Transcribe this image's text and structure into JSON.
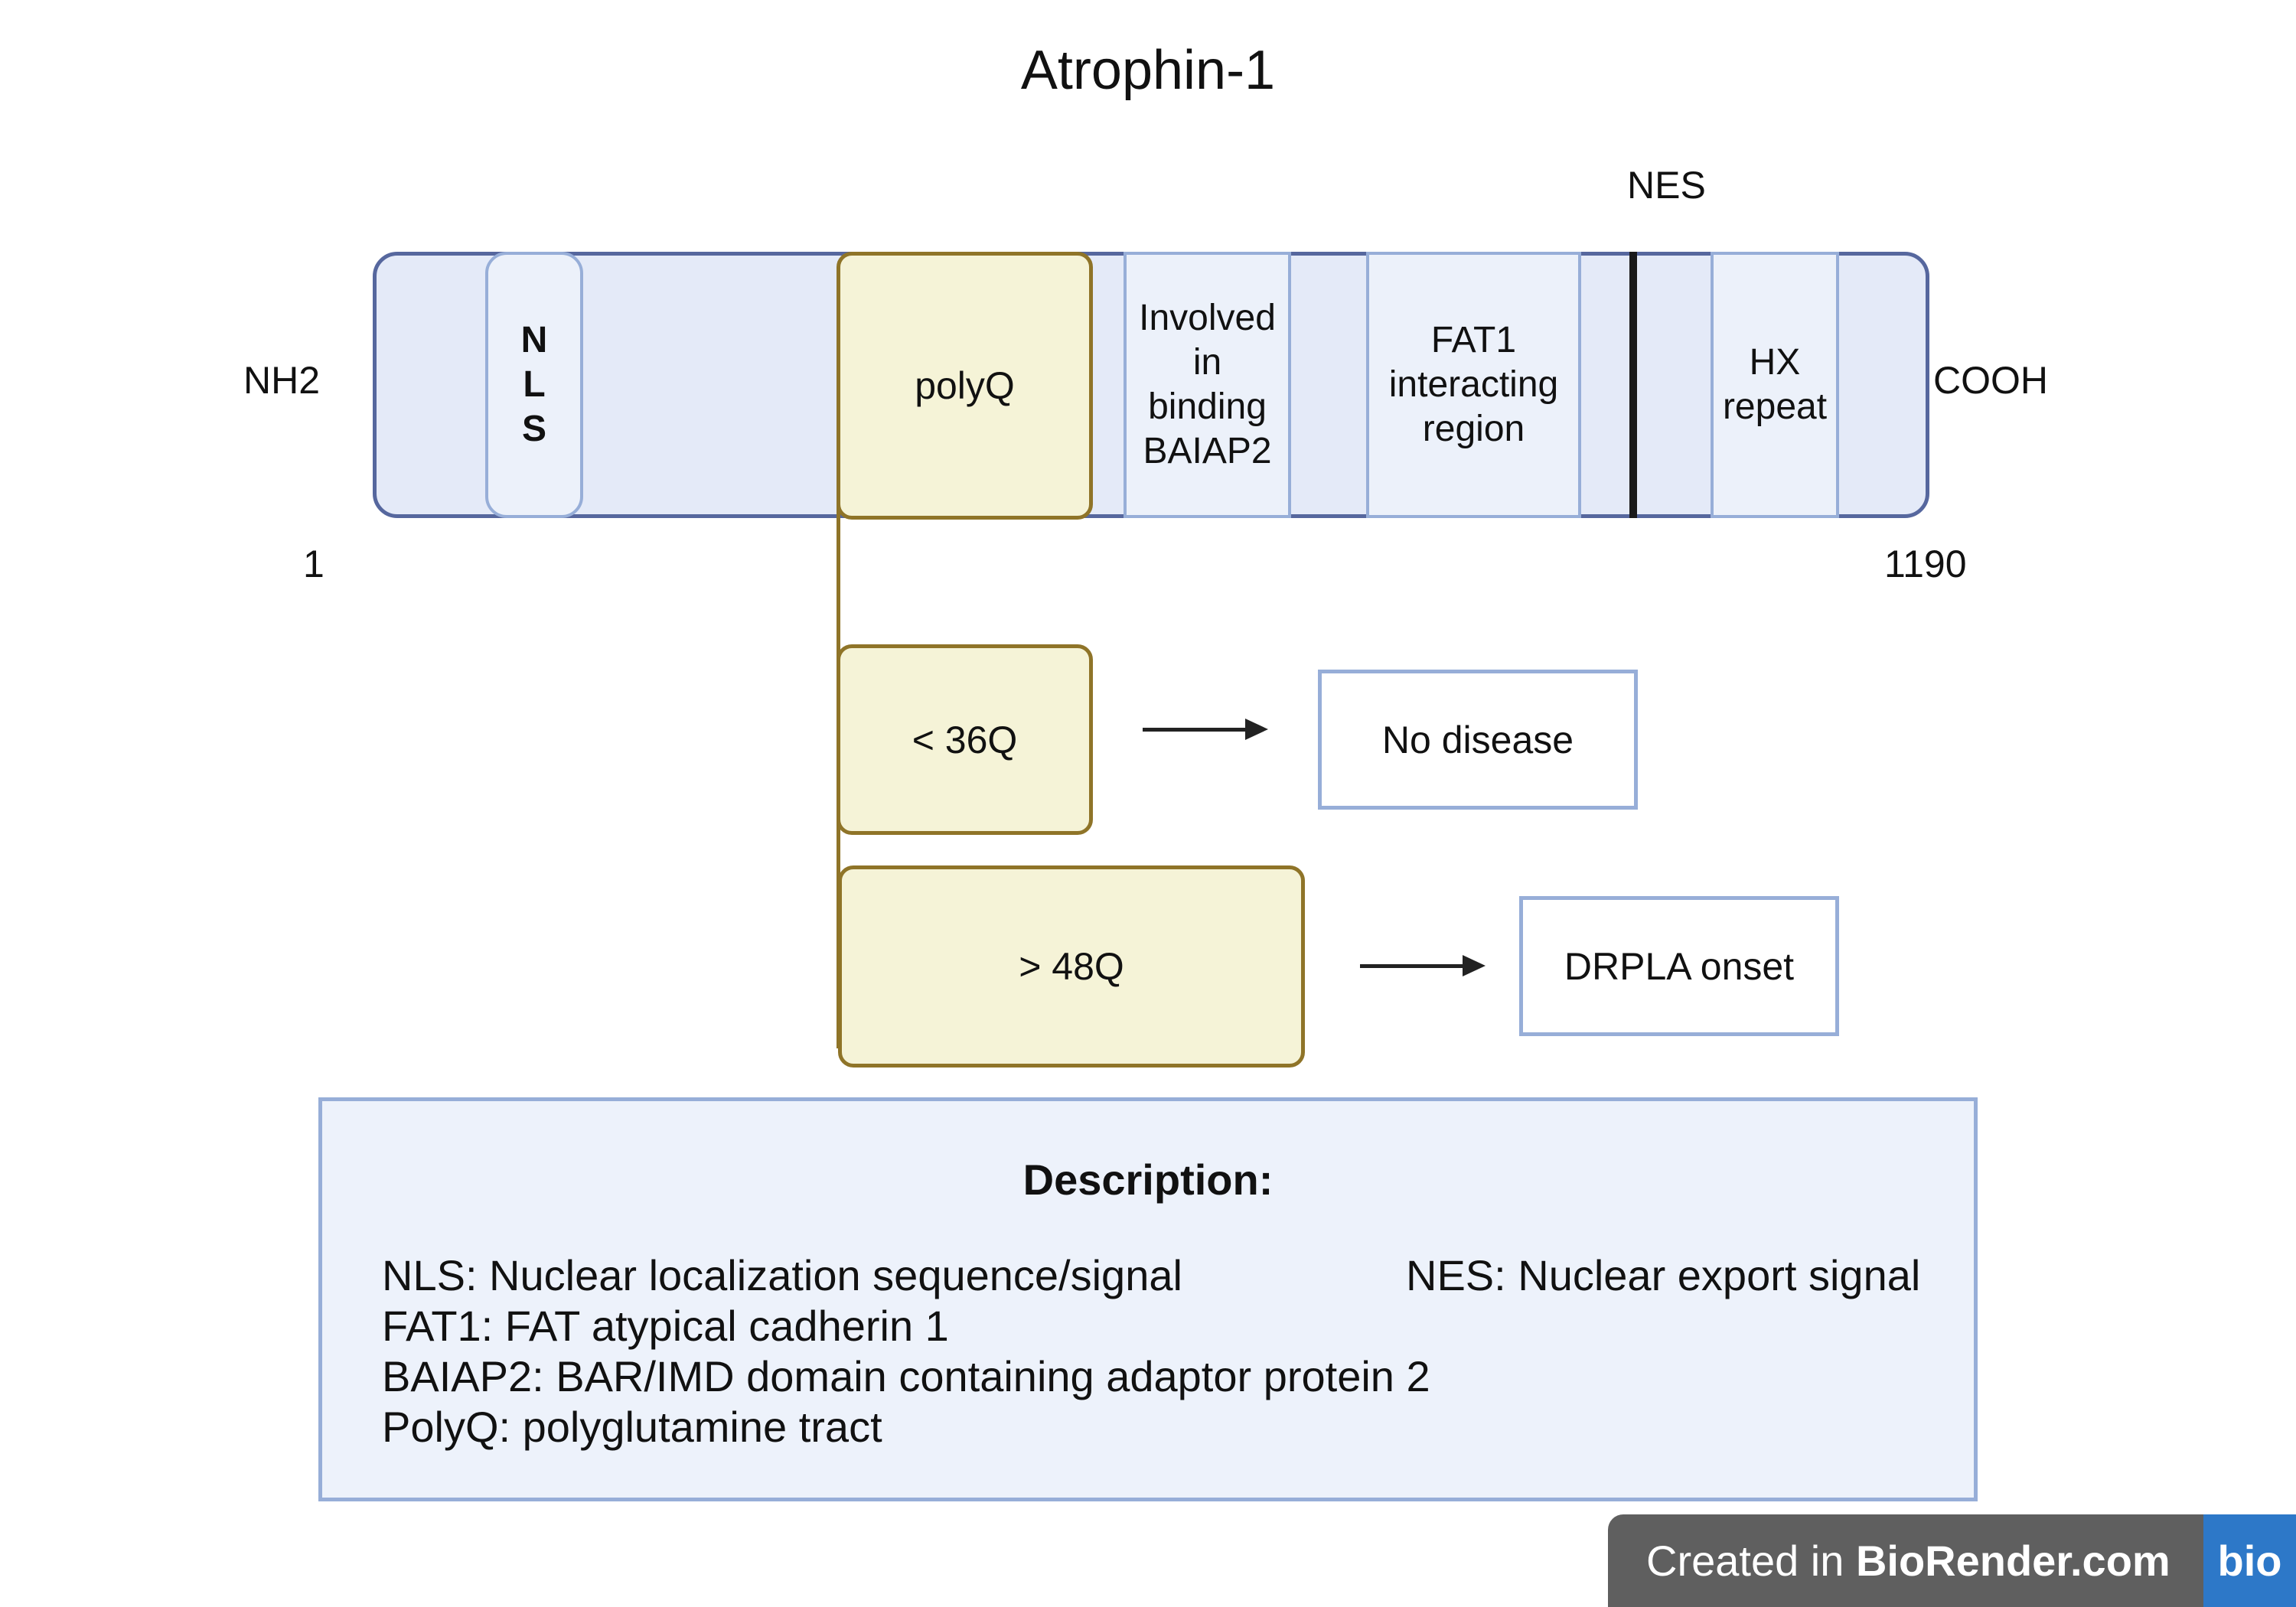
{
  "title": "Atrophin-1",
  "terminals": {
    "n_label": "NH2",
    "c_label": "COOH",
    "start_pos": "1",
    "end_pos": "1190"
  },
  "domains": {
    "nls": "N\nL\nS",
    "polyq": "polyQ",
    "baiap2": "Involved\nin\nbinding\nBAIAP2",
    "fat1": "FAT1\ninteracting\nregion",
    "hx": "HX\nrepeat",
    "nes": "NES"
  },
  "outcomes": {
    "short_repeat": "< 36Q",
    "short_result": "No disease",
    "long_repeat": "> 48Q",
    "long_result": "DRPLA onset"
  },
  "description": {
    "heading": "Description:",
    "nls": "NLS: Nuclear localization sequence/signal",
    "nes": "NES: Nuclear export signal",
    "fat1": "FAT1: FAT atypical cadherin 1",
    "baiap2": "BAIAP2: BAR/IMD domain containing adaptor protein 2",
    "polyq": "PolyQ: polyglutamine tract"
  },
  "watermark": {
    "prefix": "Created in ",
    "brand": "BioRender.com",
    "logo": "bio"
  },
  "colors": {
    "protein_fill": "#e4eaf8",
    "protein_border": "#56679e",
    "polyq_fill": "#f5f3d7",
    "polyq_border": "#8f7428",
    "domain_border": "#97aed8"
  }
}
